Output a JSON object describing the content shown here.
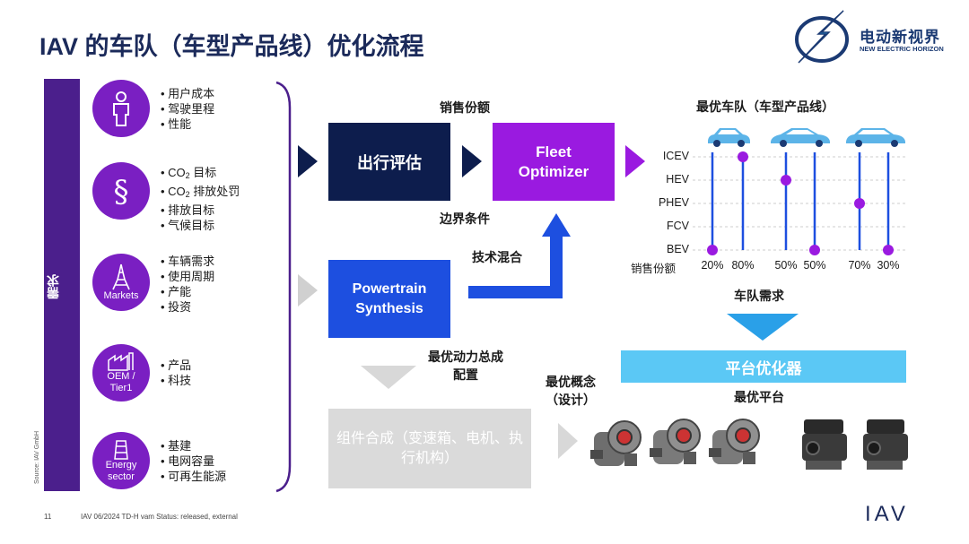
{
  "title": "IAV 的车队（车型产品线）优化流程",
  "logo": {
    "cn": "电动新视界",
    "en": "NEW ELECTRIC HORIZON"
  },
  "demand": {
    "label": "需求",
    "groups": [
      {
        "icon": "person-icon",
        "caption": "",
        "items": [
          "用户成本",
          "驾驶里程",
          "性能"
        ]
      },
      {
        "icon": "paragraph-icon",
        "caption": "",
        "items": [
          "CO2 目标",
          "CO2 排放处罚",
          "排放目标",
          "气候目标"
        ]
      },
      {
        "icon": "eiffel-tower-icon",
        "caption": "Markets",
        "items": [
          "车辆需求",
          "使用周期",
          "产能",
          "投资"
        ]
      },
      {
        "icon": "factory-icon",
        "caption": "OEM / Tier1",
        "items": [
          "产品",
          "科技"
        ]
      },
      {
        "icon": "power-plant-icon",
        "caption": "Energy sector",
        "items": [
          "基建",
          "电网容量",
          "可再生能源"
        ]
      }
    ]
  },
  "flow": {
    "box_travel": "出行评估",
    "box_fleet": "Fleet Optimizer",
    "box_powertrain": "Powertrain Synthesis",
    "box_component": "组件合成（变速箱、电机、执行机构）",
    "box_platform": "平台优化器",
    "label_sales_share": "销售份额",
    "label_boundary": "边界条件",
    "label_tech_mix": "技术混合",
    "label_opt_powertrain": "最优动力总成配置",
    "label_opt_concept": "最优概念（设计）",
    "label_fleet_demand": "车队需求",
    "label_opt_platform": "最优平台"
  },
  "chart_data": {
    "type": "scatter",
    "title": "最优车队（车型产品线）",
    "xlabel": "销售份额",
    "categories": [
      "ICEV",
      "HEV",
      "PHEV",
      "FCV",
      "BEV"
    ],
    "series": [
      {
        "name": "",
        "points": [
          {
            "cat": "BEV",
            "share": "20%"
          },
          {
            "cat": "ICEV",
            "share": "80%"
          }
        ]
      },
      {
        "name": "",
        "points": [
          {
            "cat": "HEV",
            "share": "50%"
          },
          {
            "cat": "BEV",
            "share": "50%"
          }
        ]
      },
      {
        "name": "",
        "points": [
          {
            "cat": "PHEV",
            "share": "70%"
          },
          {
            "cat": "BEV",
            "share": "30%"
          }
        ]
      }
    ],
    "x_labels": [
      "20%",
      "80%",
      "50%",
      "50%",
      "70%",
      "30%"
    ],
    "marker_color": "#9a1ae0",
    "grid": true
  },
  "footer": {
    "page": "11",
    "text": "IAV  06/2024  TD-H vam Status: released, external",
    "source": "Source: IAV GmbH",
    "brand": "IAV"
  },
  "colors": {
    "navy": "#0d1d4d",
    "purple": "#9a1ae0",
    "violet": "#4b1f8c",
    "blue": "#1d4fe0",
    "sky": "#5bc8f5",
    "gray": "#dadada"
  }
}
